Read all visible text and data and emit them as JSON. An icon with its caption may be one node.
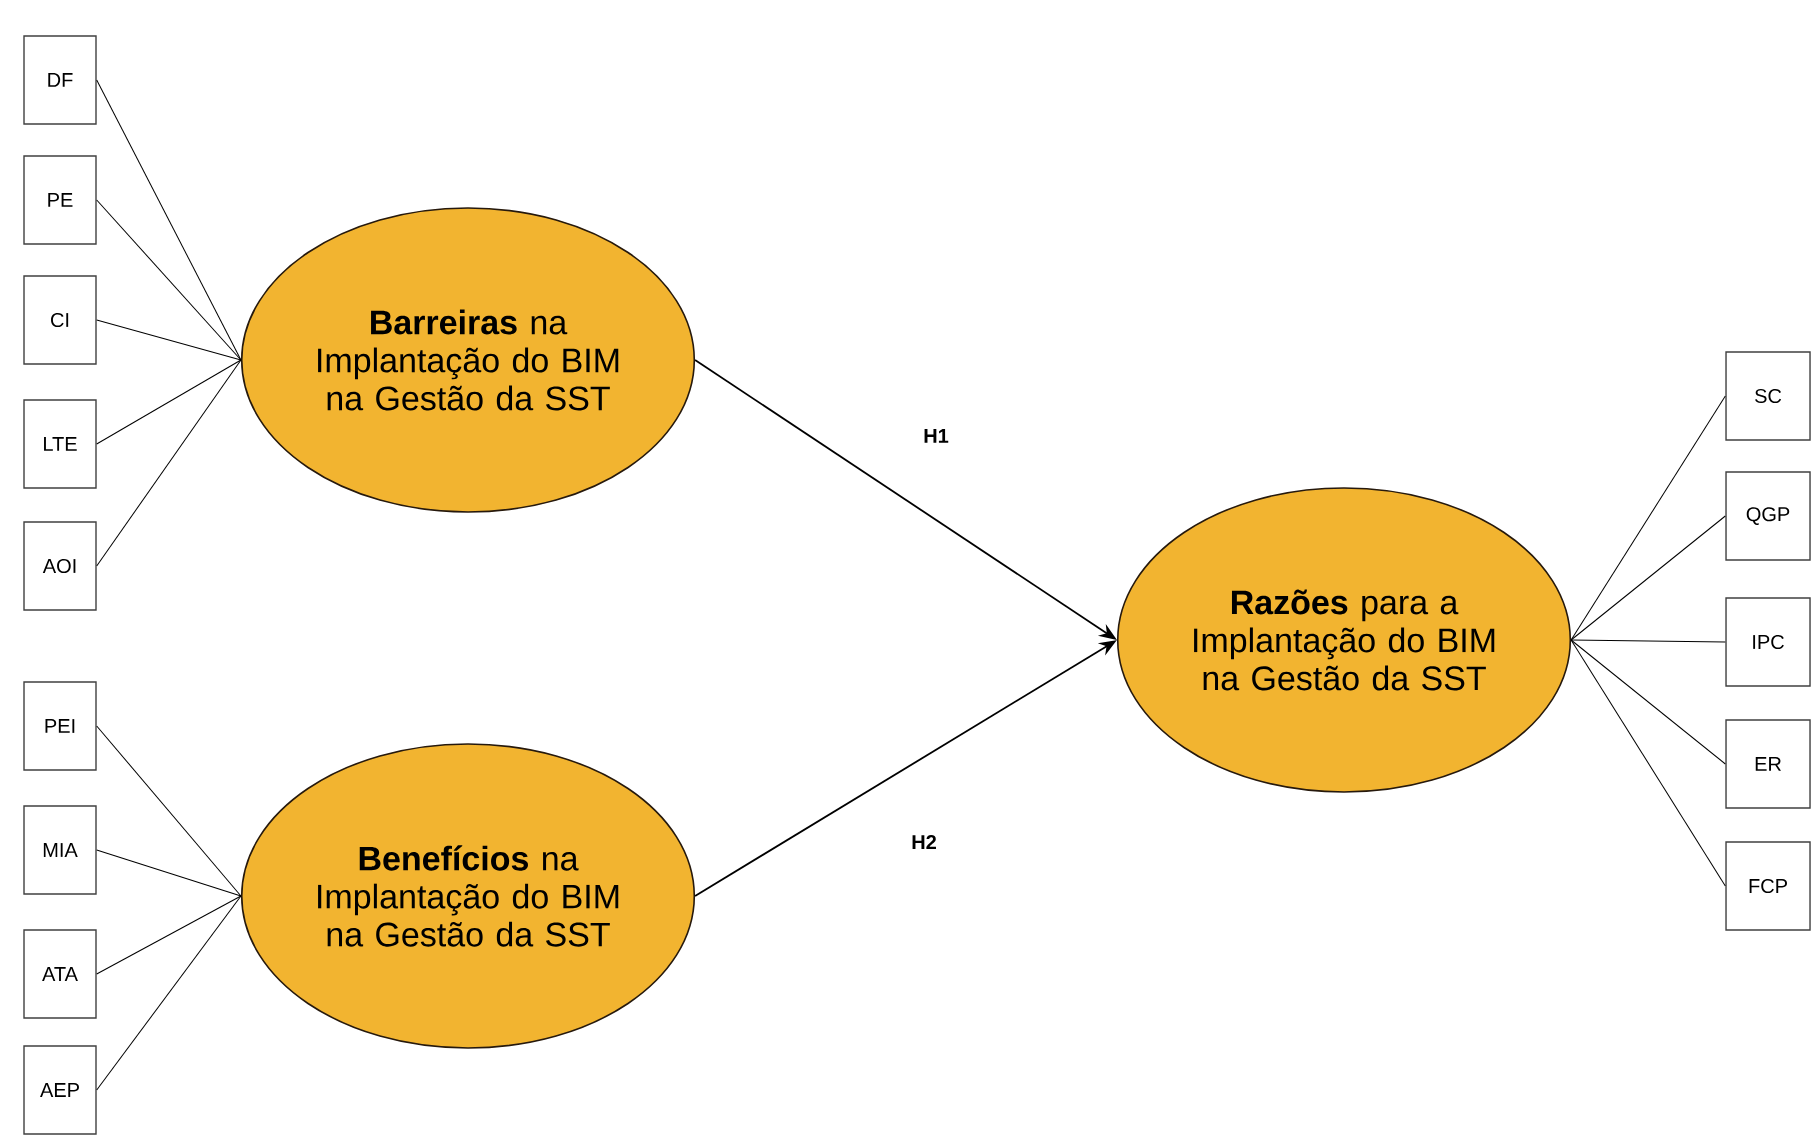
{
  "diagram": {
    "nodes": [
      {
        "text": [
          "DF"
        ]
      },
      {
        "text": [
          "PE"
        ]
      },
      {
        "text": [
          "CI"
        ]
      },
      {
        "text": [
          "LTE"
        ]
      },
      {
        "text": [
          "AOI"
        ]
      },
      {
        "text": [
          "**Barreiras** na Implantação do BIM na Gestão da SST"
        ]
      },
      {
        "text": [
          "PEI"
        ]
      },
      {
        "text": [
          "MIA"
        ]
      },
      {
        "text": [
          "ATA"
        ]
      },
      {
        "text": [
          "AEP"
        ]
      },
      {
        "text": [
          "**Benefícios** na Implantação do BIM na Gestão da SST"
        ]
      },
      {
        "text": [
          "**Razões** para a Implantação do BIM na Gestão da SST"
        ]
      },
      {
        "text": [
          "SC"
        ]
      },
      {
        "text": [
          "QGP"
        ]
      },
      {
        "text": [
          "IPC"
        ]
      },
      {
        "text": [
          "ER"
        ]
      },
      {
        "text": [
          "FCP"
        ]
      }
    ],
    "edges": [
      {
        "from": 5,
        "to": 0,
        "arrow": "none"
      },
      {
        "from": 5,
        "to": 1,
        "arrow": "none"
      },
      {
        "from": 5,
        "to": 2,
        "arrow": "none"
      },
      {
        "from": 5,
        "to": 3,
        "arrow": "none"
      },
      {
        "from": 5,
        "to": 4,
        "arrow": "none"
      },
      {
        "from": 10,
        "to": 6,
        "arrow": "none"
      },
      {
        "from": 10,
        "to": 7,
        "arrow": "none"
      },
      {
        "from": 10,
        "to": 8,
        "arrow": "none"
      },
      {
        "from": 10,
        "to": 9,
        "arrow": "none"
      },
      {
        "from": 5,
        "to": 11,
        "arrow": "to",
        "label": "H1"
      },
      {
        "from": 10,
        "to": 11,
        "arrow": "to",
        "label": "H2"
      },
      {
        "from": 11,
        "to": 12,
        "arrow": "none"
      },
      {
        "from": 11,
        "to": 13,
        "arrow": "none"
      },
      {
        "from": 11,
        "to": 14,
        "arrow": "none"
      },
      {
        "from": 11,
        "to": 15,
        "arrow": "none"
      },
      {
        "from": 11,
        "to": 16,
        "arrow": "none"
      }
    ]
  }
}
